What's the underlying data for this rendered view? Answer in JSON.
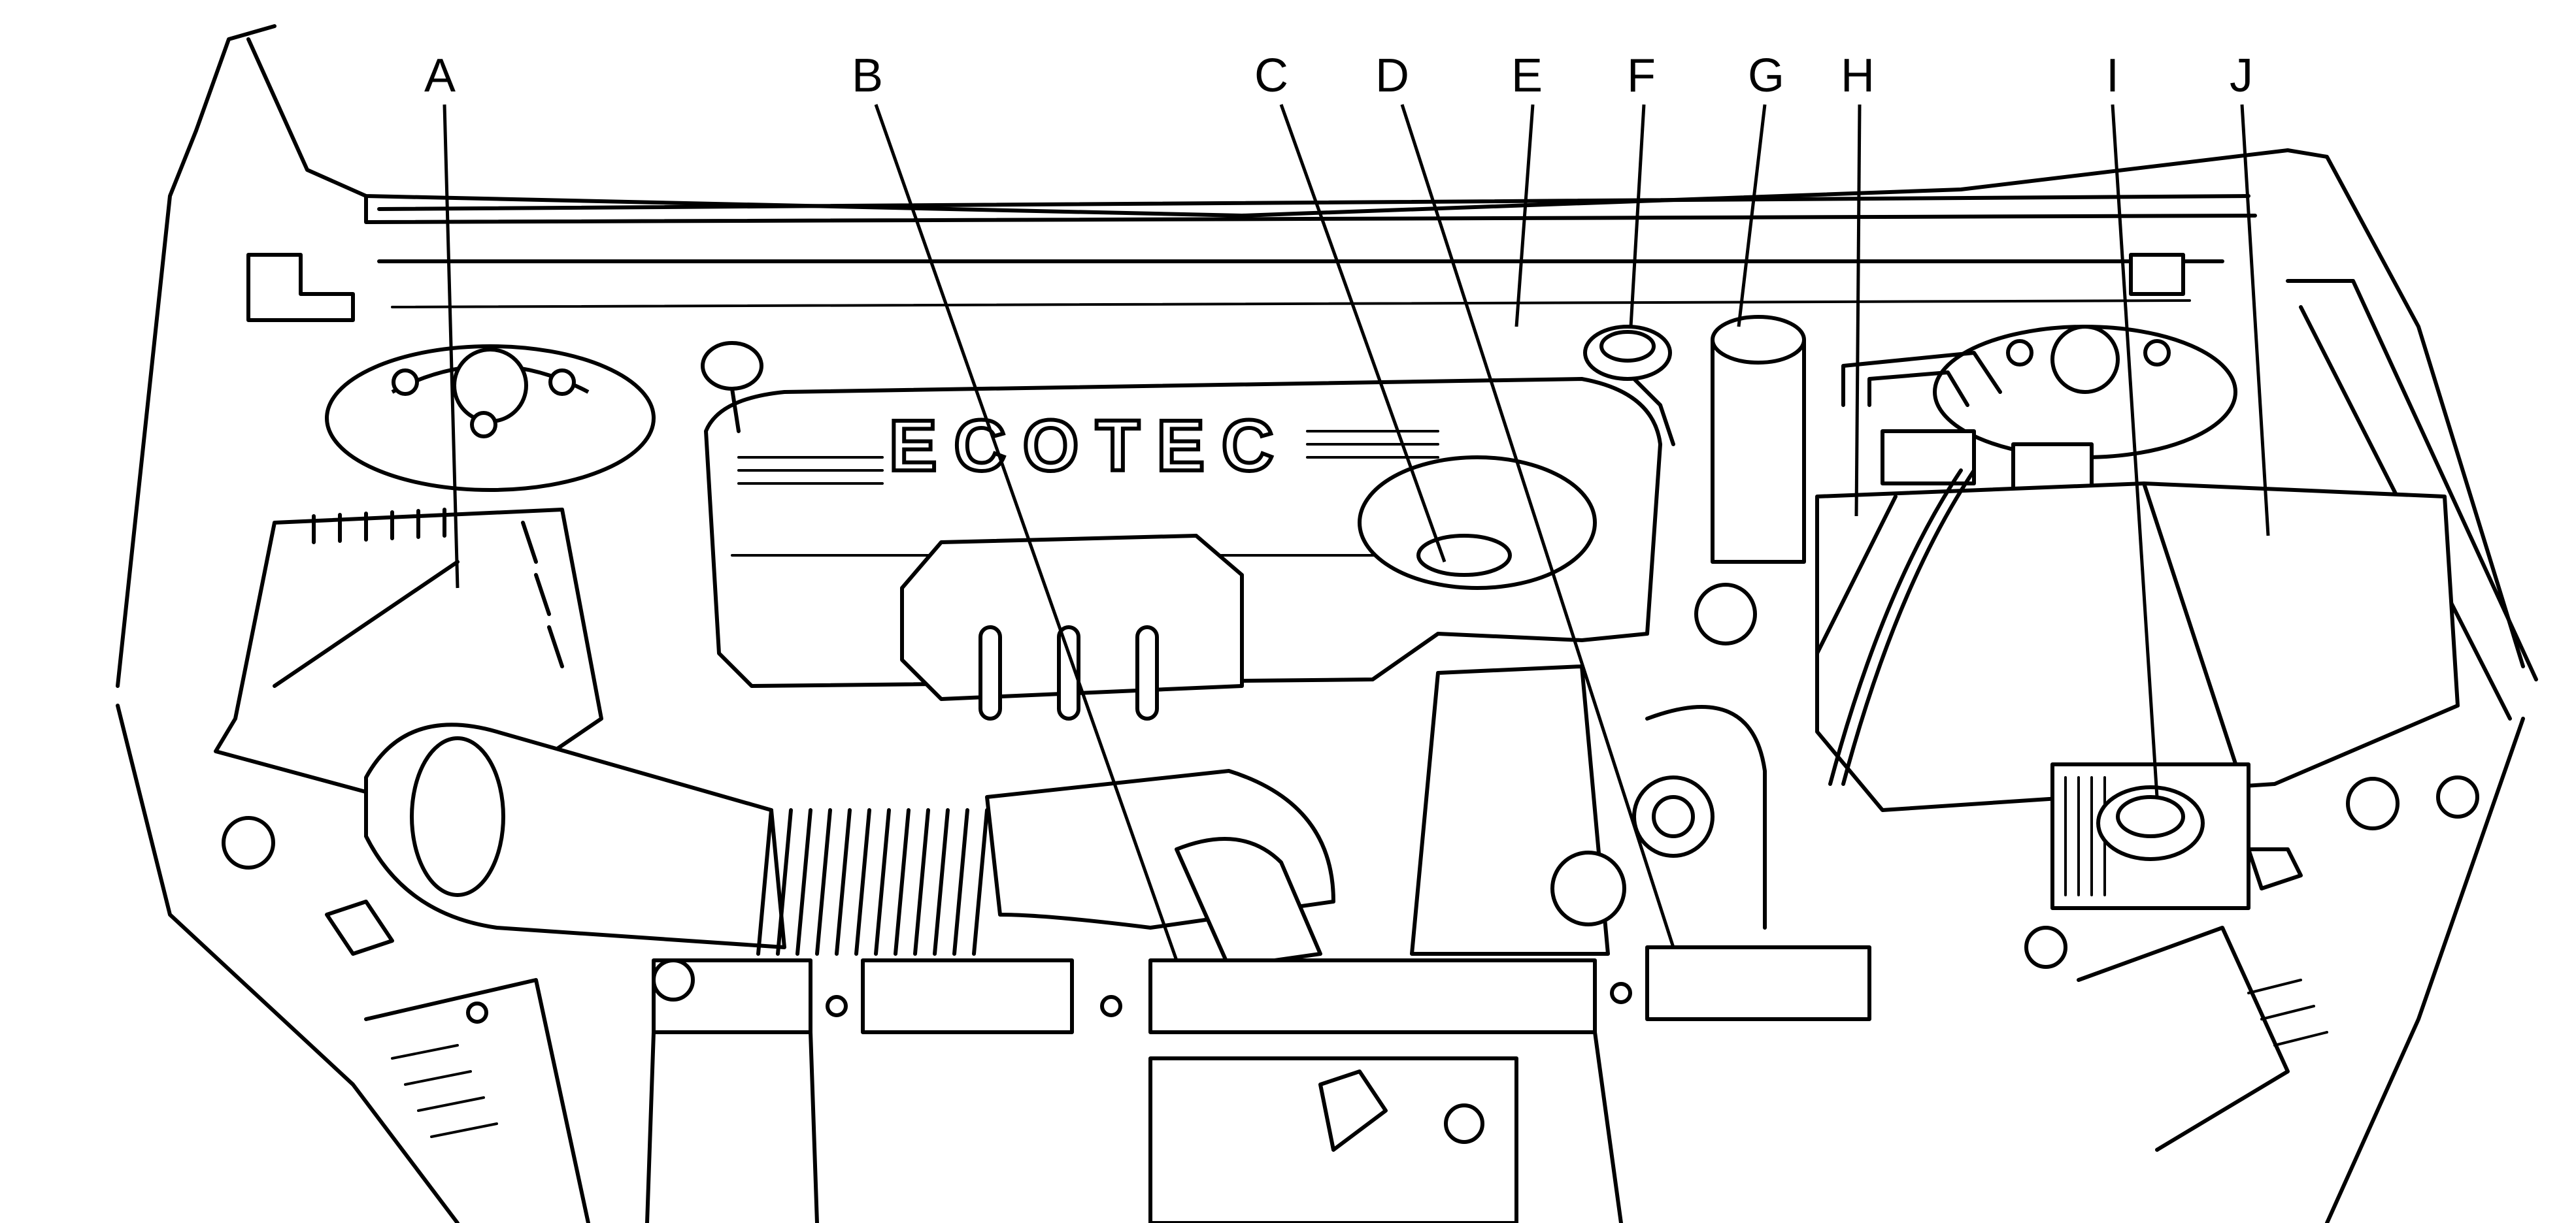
{
  "diagram": {
    "callouts": [
      {
        "id": "A",
        "label": "A"
      },
      {
        "id": "B",
        "label": "B"
      },
      {
        "id": "C",
        "label": "C"
      },
      {
        "id": "D",
        "label": "D"
      },
      {
        "id": "E",
        "label": "E"
      },
      {
        "id": "F",
        "label": "F"
      },
      {
        "id": "G",
        "label": "G"
      },
      {
        "id": "H",
        "label": "H"
      },
      {
        "id": "I",
        "label": "I"
      },
      {
        "id": "J",
        "label": "J"
      }
    ],
    "engine_cover_logo": "ECOTEC"
  }
}
